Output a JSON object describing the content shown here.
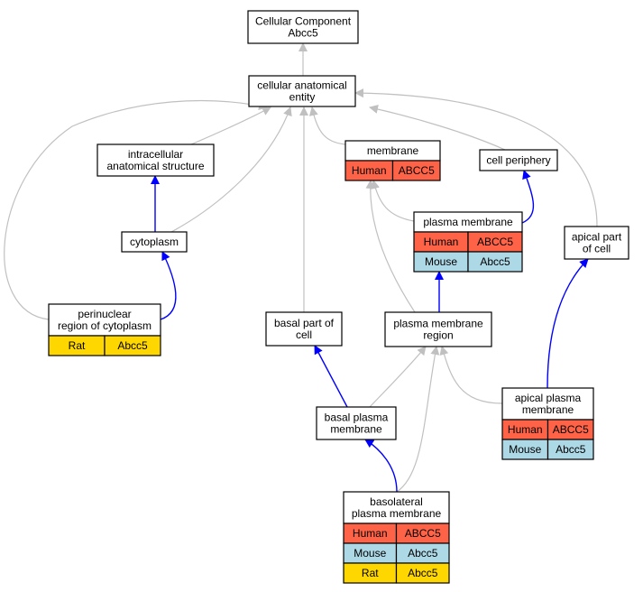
{
  "colors": {
    "human": "#ff6347",
    "mouse": "#add8e6",
    "rat": "#ffd700",
    "is_a_edge": "#c0c0c0",
    "part_of_edge": "#0000ff"
  },
  "nodes": {
    "root": {
      "lines": [
        "Cellular Component",
        "Abcc5"
      ]
    },
    "cae": {
      "lines": [
        "cellular anatomical",
        "entity"
      ]
    },
    "ias": {
      "lines": [
        "intracellular",
        "anatomical structure"
      ]
    },
    "membrane": {
      "lines": [
        "membrane"
      ],
      "annotations": [
        [
          "Human",
          "ABCC5"
        ]
      ]
    },
    "cellperiphery": {
      "lines": [
        "cell periphery"
      ]
    },
    "cytoplasm": {
      "lines": [
        "cytoplasm"
      ]
    },
    "plasmamembrane": {
      "lines": [
        "plasma membrane"
      ],
      "annotations": [
        [
          "Human",
          "ABCC5"
        ],
        [
          "Mouse",
          "Abcc5"
        ]
      ]
    },
    "apicalpart": {
      "lines": [
        "apical part",
        "of cell"
      ]
    },
    "perinuclear": {
      "lines": [
        "perinuclear",
        "region of cytoplasm"
      ],
      "annotations": [
        [
          "Rat",
          "Abcc5"
        ]
      ]
    },
    "basalpart": {
      "lines": [
        "basal part of",
        "cell"
      ]
    },
    "pmregion": {
      "lines": [
        "plasma membrane",
        "region"
      ]
    },
    "apicalpm": {
      "lines": [
        "apical plasma",
        "membrane"
      ],
      "annotations": [
        [
          "Human",
          "ABCC5"
        ],
        [
          "Mouse",
          "Abcc5"
        ]
      ]
    },
    "basalpm": {
      "lines": [
        "basal plasma",
        "membrane"
      ]
    },
    "basolateral": {
      "lines": [
        "basolateral",
        "plasma membrane"
      ],
      "annotations": [
        [
          "Human",
          "ABCC5"
        ],
        [
          "Mouse",
          "Abcc5"
        ],
        [
          "Rat",
          "Abcc5"
        ]
      ]
    }
  },
  "edges": [
    {
      "from": "cae",
      "to": "root",
      "type": "is_a"
    },
    {
      "from": "ias",
      "to": "cae",
      "type": "is_a"
    },
    {
      "from": "membrane",
      "to": "cae",
      "type": "is_a"
    },
    {
      "from": "cellperiphery",
      "to": "cae",
      "type": "is_a"
    },
    {
      "from": "cytoplasm",
      "to": "cae",
      "type": "is_a"
    },
    {
      "from": "cytoplasm",
      "to": "ias",
      "type": "part_of"
    },
    {
      "from": "plasmamembrane",
      "to": "membrane",
      "type": "is_a"
    },
    {
      "from": "plasmamembrane",
      "to": "cellperiphery",
      "type": "part_of"
    },
    {
      "from": "apicalpart",
      "to": "cae",
      "type": "is_a"
    },
    {
      "from": "perinuclear",
      "to": "cae",
      "type": "is_a"
    },
    {
      "from": "perinuclear",
      "to": "cytoplasm",
      "type": "part_of"
    },
    {
      "from": "basalpart",
      "to": "cae",
      "type": "is_a"
    },
    {
      "from": "pmregion",
      "to": "membrane",
      "type": "is_a"
    },
    {
      "from": "pmregion",
      "to": "plasmamembrane",
      "type": "part_of"
    },
    {
      "from": "apicalpm",
      "to": "pmregion",
      "type": "is_a"
    },
    {
      "from": "apicalpm",
      "to": "apicalpart",
      "type": "part_of"
    },
    {
      "from": "basalpm",
      "to": "pmregion",
      "type": "is_a"
    },
    {
      "from": "basalpm",
      "to": "basalpart",
      "type": "part_of"
    },
    {
      "from": "basolateral",
      "to": "pmregion",
      "type": "is_a"
    },
    {
      "from": "basolateral",
      "to": "basalpm",
      "type": "part_of"
    }
  ]
}
